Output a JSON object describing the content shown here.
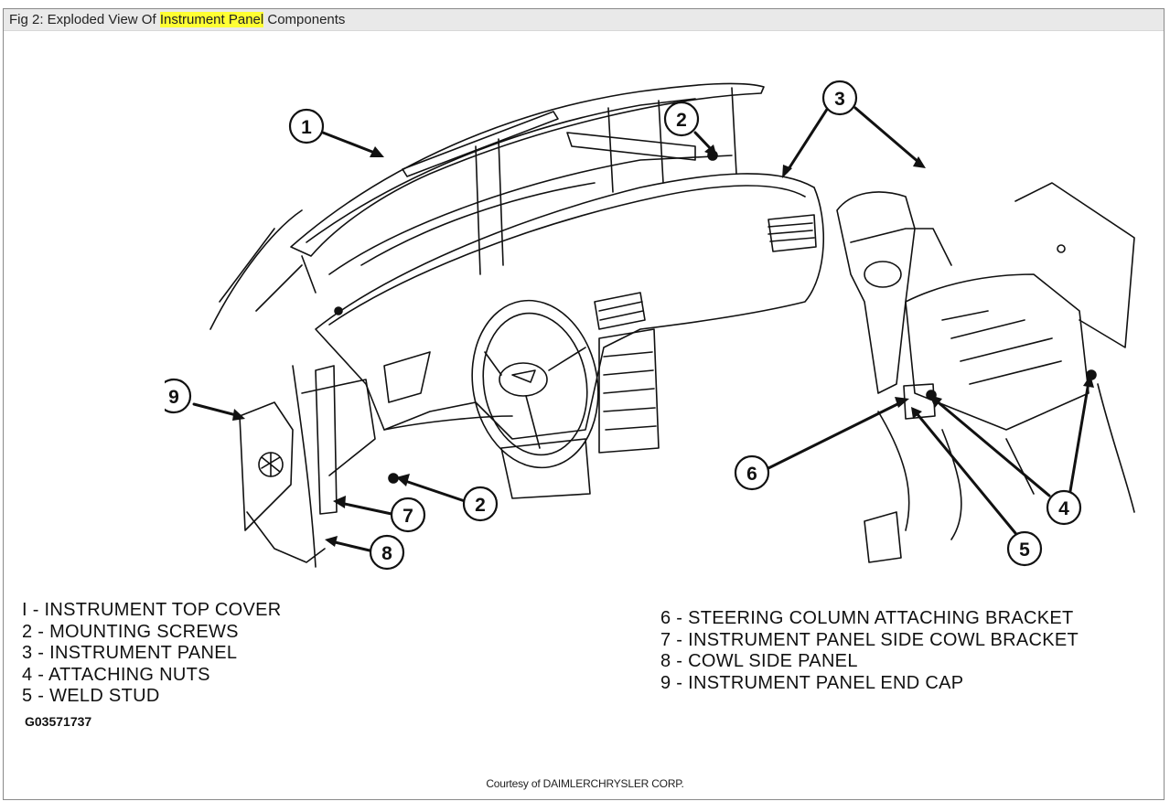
{
  "header": {
    "caption_prefix": "Fig 2: Exploded View Of ",
    "caption_highlight": "Instrument Panel",
    "caption_suffix": " Components",
    "highlight_color": "#ffff33"
  },
  "diagram": {
    "callouts": [
      "1",
      "2",
      "3",
      "9",
      "2",
      "7",
      "8",
      "6",
      "4",
      "5"
    ]
  },
  "legend": {
    "left": [
      "I - INSTRUMENT TOP COVER",
      "2 - MOUNTING SCREWS",
      "3 - INSTRUMENT PANEL",
      "4 - ATTACHING NUTS",
      "5 - WELD STUD"
    ],
    "right": [
      "6 - STEERING COLUMN ATTACHING BRACKET",
      "7 - INSTRUMENT PANEL SIDE COWL BRACKET",
      "8 - COWL SIDE PANEL",
      "9 - INSTRUMENT PANEL END CAP"
    ],
    "figure_code": "G03571737"
  },
  "footer": {
    "courtesy": "Courtesy of DAIMLERCHRYSLER CORP."
  }
}
